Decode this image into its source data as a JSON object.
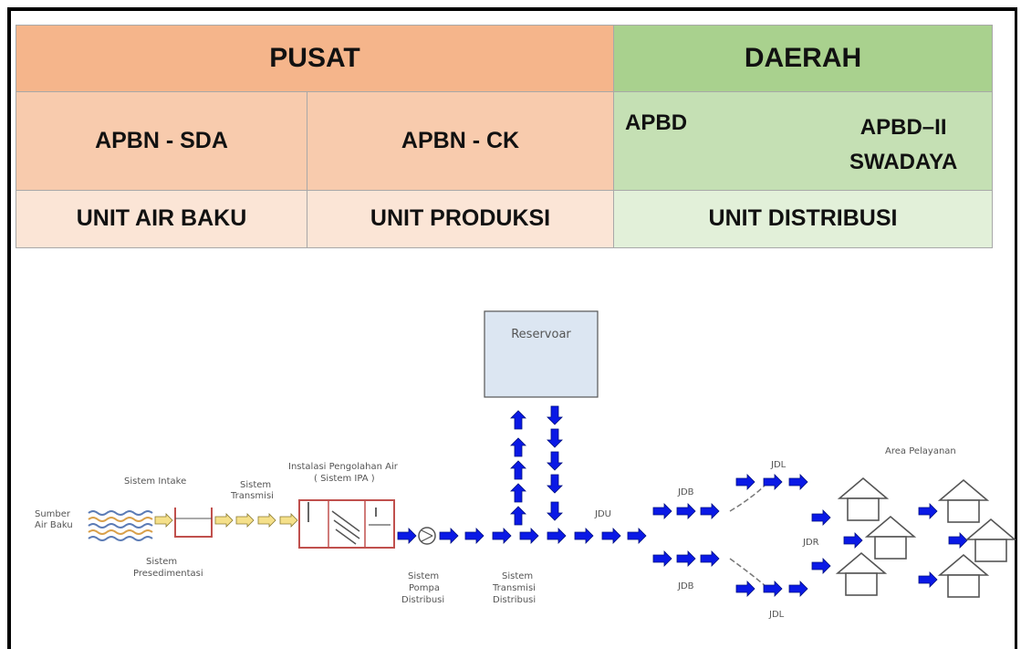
{
  "table": {
    "pusat": "PUSAT",
    "daerah": "DAERAH",
    "apbn_sda": "APBN - SDA",
    "apbn_ck": "APBN - CK",
    "apbd": "APBD",
    "apbd_ii": "APBD–II",
    "swadaya": "SWADAYA",
    "unit_air_baku": "UNIT AIR BAKU",
    "unit_produksi": "UNIT PRODUKSI",
    "unit_distribusi": "UNIT DISTRIBUSI"
  },
  "diagram": {
    "reservoar": "Reservoar",
    "sumber_1": "Sumber",
    "sumber_2": "Air Baku",
    "intake": "Sistem Intake",
    "transmisi_1": "Sistem",
    "transmisi_2": "Transmisi",
    "ipa_1": "Instalasi Pengolahan Air",
    "ipa_2": "( Sistem IPA )",
    "presed_1": "Sistem",
    "presed_2": "Presedimentasi",
    "pompa_1": "Sistem",
    "pompa_2": "Pompa",
    "pompa_3": "Distribusi",
    "transdist_1": "Sistem",
    "transdist_2": "Transmisi",
    "transdist_3": "Distribusi",
    "jdu": "JDU",
    "jdb_top": "JDB",
    "jdb_bottom": "JDB",
    "jdl_top": "JDL",
    "jdl_bottom": "JDL",
    "jdr": "JDR",
    "area": "Area Pelayanan"
  },
  "colors": {
    "flow_arrow": "#0a19e6",
    "raw_arrow": "#f5e08a",
    "reservoir_fill": "#dce6f2"
  }
}
